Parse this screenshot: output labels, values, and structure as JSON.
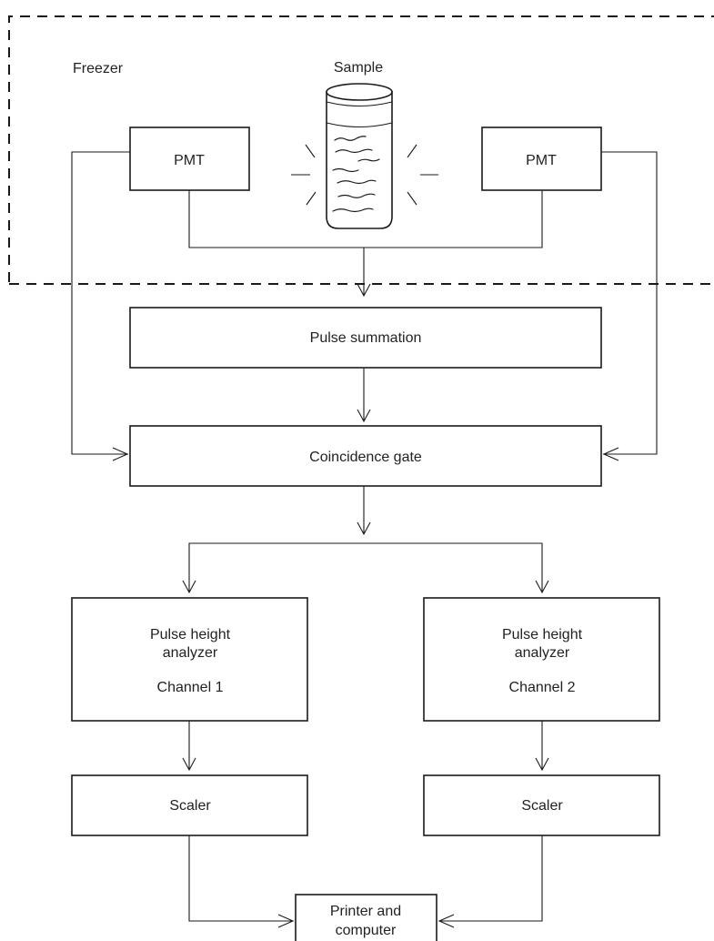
{
  "labels": {
    "freezer": "Freezer",
    "sample": "Sample",
    "pmt_left": "PMT",
    "pmt_right": "PMT",
    "pulse_summation": "Pulse summation",
    "coincidence_gate": "Coincidence gate",
    "pha1_line1": "Pulse height",
    "pha1_line2": "analyzer",
    "pha1_channel": "Channel 1",
    "pha2_line1": "Pulse height",
    "pha2_line2": "analyzer",
    "pha2_channel": "Channel 2",
    "scaler1": "Scaler",
    "scaler2": "Scaler",
    "printer_line1": "Printer and",
    "printer_line2": "computer"
  }
}
